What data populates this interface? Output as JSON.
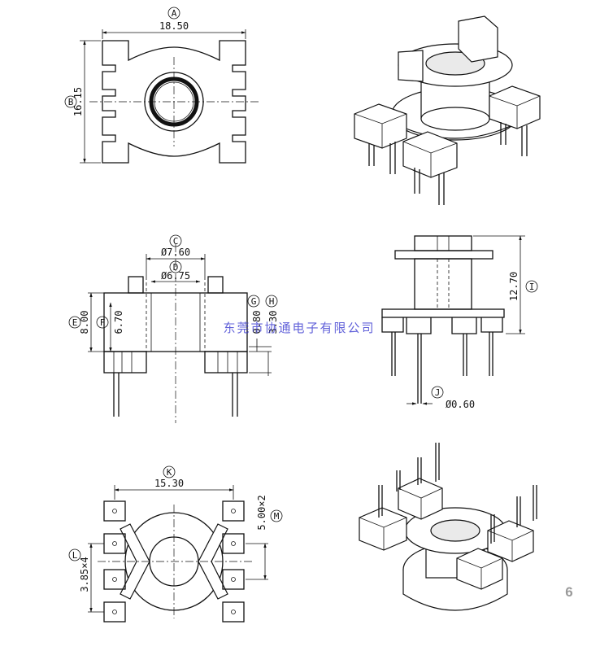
{
  "drawing": {
    "top_view": {
      "A": {
        "marker": "A",
        "value": "18.50"
      },
      "B": {
        "marker": "B",
        "value": "16.15"
      }
    },
    "front_view": {
      "C": {
        "marker": "C",
        "value": "Ø7.60"
      },
      "D": {
        "marker": "D",
        "value": "Ø6.75"
      },
      "E": {
        "marker": "E",
        "value": "8.00"
      },
      "F": {
        "marker": "F",
        "value": "6.70"
      },
      "G": {
        "marker": "G",
        "value": "0.80"
      },
      "H": {
        "marker": "H",
        "value": "3.30"
      }
    },
    "side_view": {
      "I": {
        "marker": "I",
        "value": "12.70"
      },
      "J": {
        "marker": "J",
        "value": "Ø0.60"
      }
    },
    "bottom_view": {
      "K": {
        "marker": "K",
        "value": "15.30"
      },
      "L": {
        "marker": "L",
        "value": "3.85×4"
      },
      "M": {
        "marker": "M",
        "value": "5.00×2"
      }
    },
    "watermark": "东莞市协通电子有限公司",
    "page_number": "6"
  }
}
